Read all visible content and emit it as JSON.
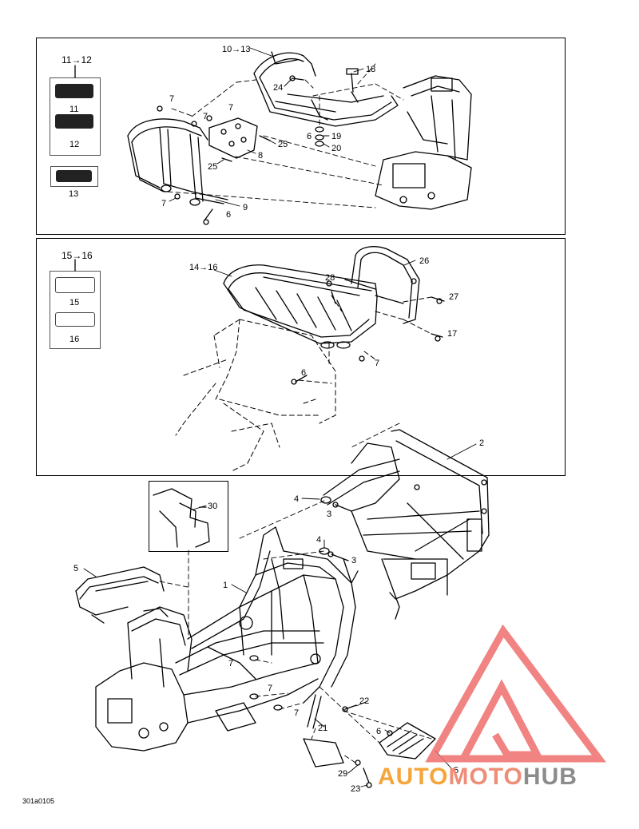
{
  "diagram": {
    "panel_top": {
      "range_label": "11→12",
      "decals": [
        "11",
        "12",
        "13"
      ],
      "rack_label": "10→13",
      "callouts": [
        "18",
        "24",
        "7",
        "7",
        "7",
        "6",
        "19",
        "20",
        "25",
        "25",
        "8",
        "7",
        "9",
        "6"
      ]
    },
    "panel_middle": {
      "range_label": "15→16",
      "decals": [
        "15",
        "16"
      ],
      "rack_label": "14→16",
      "callouts": [
        "26",
        "28",
        "27",
        "17",
        "7",
        "6"
      ]
    },
    "main": {
      "callouts": [
        "2",
        "30",
        "4",
        "3",
        "4",
        "3",
        "5",
        "1",
        "7",
        "7",
        "7",
        "22",
        "21",
        "6",
        "5",
        "29",
        "23"
      ]
    },
    "code": "301a0105"
  },
  "watermark": {
    "part1": "AUTO",
    "part2": "MOTO",
    "part3": "HUB",
    "color_triangle": "#ef6e6e",
    "color_auto": "#f4a63a",
    "color_moto": "#ef8e78",
    "color_hub": "#8c8c8c"
  }
}
